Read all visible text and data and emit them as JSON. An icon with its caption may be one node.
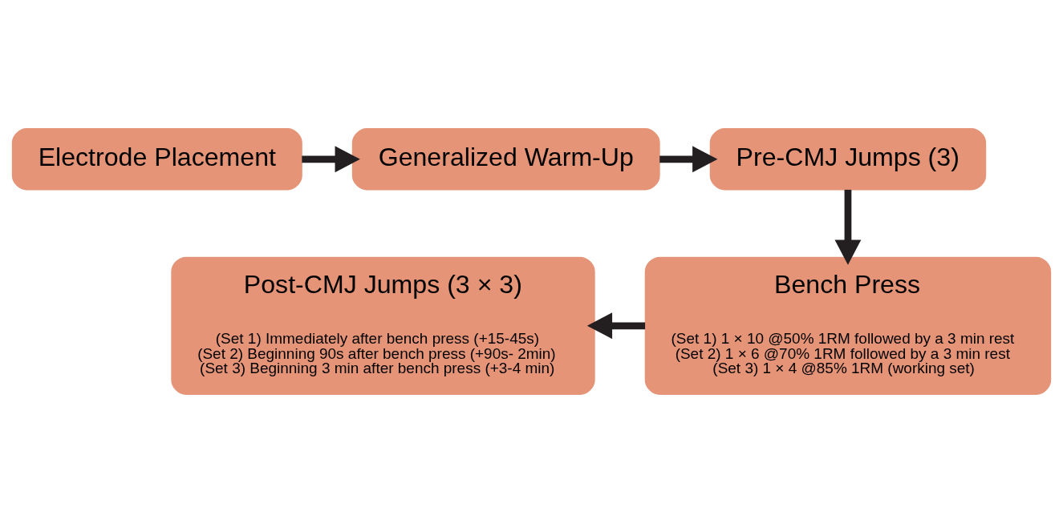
{
  "diagram": {
    "nodes": [
      {
        "text": [
          "Electrode Placement"
        ]
      },
      {
        "text": [
          "Generalized Warm-Up"
        ]
      },
      {
        "text": [
          "Pre-CMJ Jumps (3)"
        ]
      },
      {
        "text": [
          "Post-CMJ Jumps (3 × 3)",
          "(Set 1) Immediately after bench press (+15-45s)",
          "(Set 2) Beginning 90s after bench press (+90s- 2min)",
          "(Set 3) Beginning 3 min after bench press (+3-4 min)"
        ]
      },
      {
        "text": [
          "Bench Press",
          "(Set 1) 1 × 10 @50% 1RM followed by a 3 min rest",
          "(Set 2) 1 × 6 @70% 1RM followed by a 3 min rest",
          "(Set 3) 1 × 4 @85% 1RM (working set)"
        ]
      }
    ],
    "edges": [
      {
        "from": 0,
        "to": 1,
        "arrow": "to"
      },
      {
        "from": 1,
        "to": 2,
        "arrow": "to"
      },
      {
        "from": 2,
        "to": 4,
        "arrow": "to"
      },
      {
        "from": 4,
        "to": 3,
        "arrow": "to"
      }
    ]
  }
}
